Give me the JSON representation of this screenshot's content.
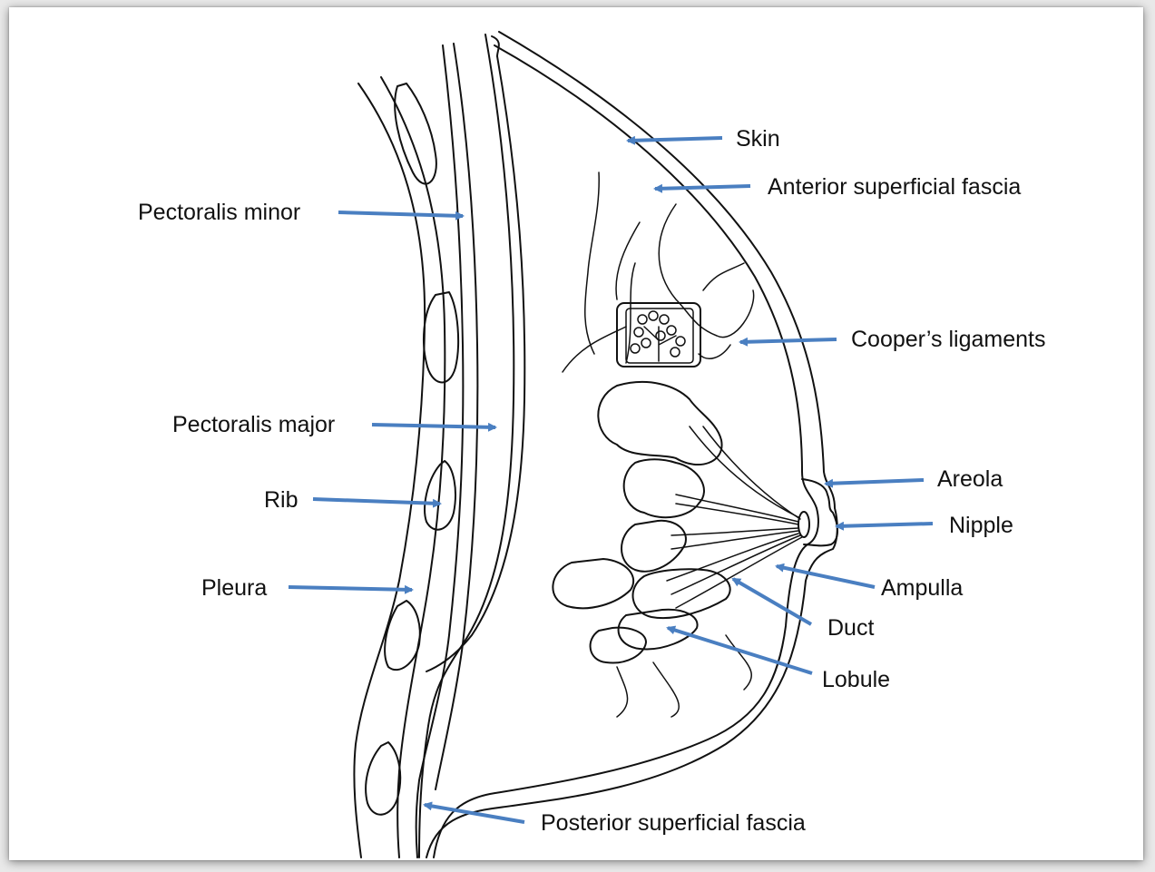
{
  "colors": {
    "arrow": "#4a7fc1",
    "ink": "#111111",
    "background": "#ffffff"
  },
  "labels": {
    "skin": "Skin",
    "anterior_superficial_fascia": "Anterior superficial fascia",
    "pectoralis_minor": "Pectoralis minor",
    "coopers_ligaments": "Cooper’s ligaments",
    "pectoralis_major": "Pectoralis major",
    "areola": "Areola",
    "rib": "Rib",
    "nipple": "Nipple",
    "pleura": "Pleura",
    "ampulla": "Ampulla",
    "duct": "Duct",
    "lobule": "Lobule",
    "posterior_superficial_fascia": "Posterior superficial fascia"
  }
}
